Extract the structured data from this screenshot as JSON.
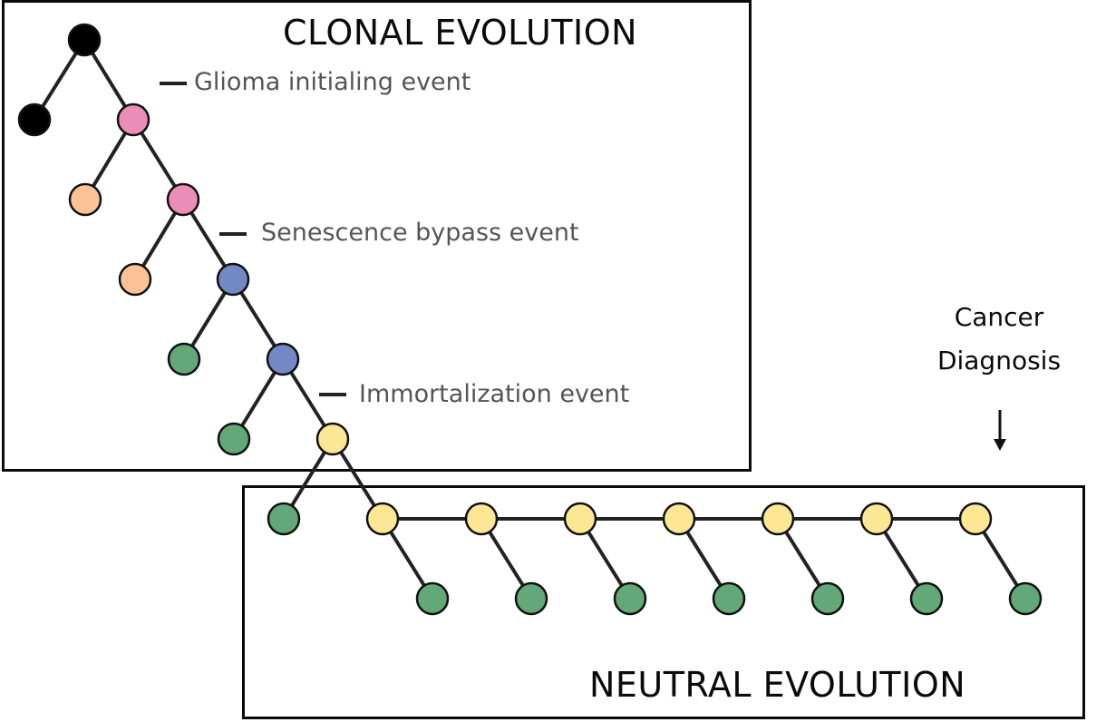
{
  "diagram": {
    "clonal_box": {
      "title": "CLONAL EVOLUTION"
    },
    "neutral_box": {
      "title": "NEUTRAL EVOLUTION"
    },
    "events": [
      {
        "label": "Glioma initialing event"
      },
      {
        "label": "Senescence bypass event"
      },
      {
        "label": "Immortalization event"
      }
    ],
    "diagnosis": {
      "line1": "Cancer",
      "line2": "Diagnosis",
      "icon": "arrow-down-icon"
    },
    "colors": {
      "black": "#000000",
      "pink": "#ec8db8",
      "peach": "#fbc395",
      "blue": "#7289c6",
      "green": "#62a878",
      "yellow": "#fde794",
      "edge": "#222222"
    },
    "nodes": [
      {
        "id": "n0",
        "color": "black",
        "stage": "clonal"
      },
      {
        "id": "n1",
        "color": "black",
        "stage": "clonal"
      },
      {
        "id": "n2",
        "color": "pink",
        "stage": "clonal"
      },
      {
        "id": "n3",
        "color": "peach",
        "stage": "clonal"
      },
      {
        "id": "n4",
        "color": "pink",
        "stage": "clonal"
      },
      {
        "id": "n5",
        "color": "peach",
        "stage": "clonal"
      },
      {
        "id": "n6",
        "color": "blue",
        "stage": "clonal"
      },
      {
        "id": "n7",
        "color": "green",
        "stage": "clonal"
      },
      {
        "id": "n8",
        "color": "blue",
        "stage": "clonal"
      },
      {
        "id": "n9",
        "color": "green",
        "stage": "clonal"
      },
      {
        "id": "n10",
        "color": "yellow",
        "stage": "clonal"
      },
      {
        "id": "n11",
        "color": "green",
        "stage": "neutral"
      },
      {
        "id": "y1",
        "color": "yellow",
        "stage": "neutral"
      },
      {
        "id": "y2",
        "color": "yellow",
        "stage": "neutral"
      },
      {
        "id": "y3",
        "color": "yellow",
        "stage": "neutral"
      },
      {
        "id": "y4",
        "color": "yellow",
        "stage": "neutral"
      },
      {
        "id": "y5",
        "color": "yellow",
        "stage": "neutral"
      },
      {
        "id": "y6",
        "color": "yellow",
        "stage": "neutral"
      },
      {
        "id": "y7",
        "color": "yellow",
        "stage": "neutral"
      },
      {
        "id": "g1",
        "color": "green",
        "stage": "neutral"
      },
      {
        "id": "g2",
        "color": "green",
        "stage": "neutral"
      },
      {
        "id": "g3",
        "color": "green",
        "stage": "neutral"
      },
      {
        "id": "g4",
        "color": "green",
        "stage": "neutral"
      },
      {
        "id": "g5",
        "color": "green",
        "stage": "neutral"
      },
      {
        "id": "g6",
        "color": "green",
        "stage": "neutral"
      },
      {
        "id": "g7",
        "color": "green",
        "stage": "neutral"
      }
    ],
    "edges": [
      [
        "n0",
        "n1"
      ],
      [
        "n0",
        "n2"
      ],
      [
        "n2",
        "n3"
      ],
      [
        "n2",
        "n4"
      ],
      [
        "n4",
        "n5"
      ],
      [
        "n4",
        "n6"
      ],
      [
        "n6",
        "n7"
      ],
      [
        "n6",
        "n8"
      ],
      [
        "n8",
        "n9"
      ],
      [
        "n8",
        "n10"
      ],
      [
        "n10",
        "n11"
      ],
      [
        "n10",
        "y1"
      ],
      [
        "y1",
        "y2"
      ],
      [
        "y2",
        "y3"
      ],
      [
        "y3",
        "y4"
      ],
      [
        "y4",
        "y5"
      ],
      [
        "y5",
        "y6"
      ],
      [
        "y6",
        "y7"
      ],
      [
        "y1",
        "g1"
      ],
      [
        "y2",
        "g2"
      ],
      [
        "y3",
        "g3"
      ],
      [
        "y4",
        "g4"
      ],
      [
        "y5",
        "g5"
      ],
      [
        "y6",
        "g6"
      ],
      [
        "y7",
        "g7"
      ]
    ]
  }
}
